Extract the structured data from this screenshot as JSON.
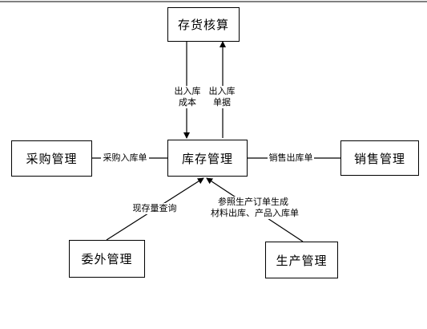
{
  "nodes": {
    "inventory_accounting": "存货核算",
    "inventory_management": "库存管理",
    "purchasing": "采购管理",
    "sales": "销售管理",
    "outsourcing": "委外管理",
    "production": "生产管理"
  },
  "edges": {
    "out_in_cost": [
      "出入库",
      "成本"
    ],
    "out_in_docs": [
      "出入库",
      "单据"
    ],
    "purchase_receipt": "采购入库单",
    "sales_issue": "销售出库单",
    "stock_query": "现存量查询",
    "production_order": [
      "参照生产订单生成",
      "材料出库、产品入库单"
    ]
  }
}
